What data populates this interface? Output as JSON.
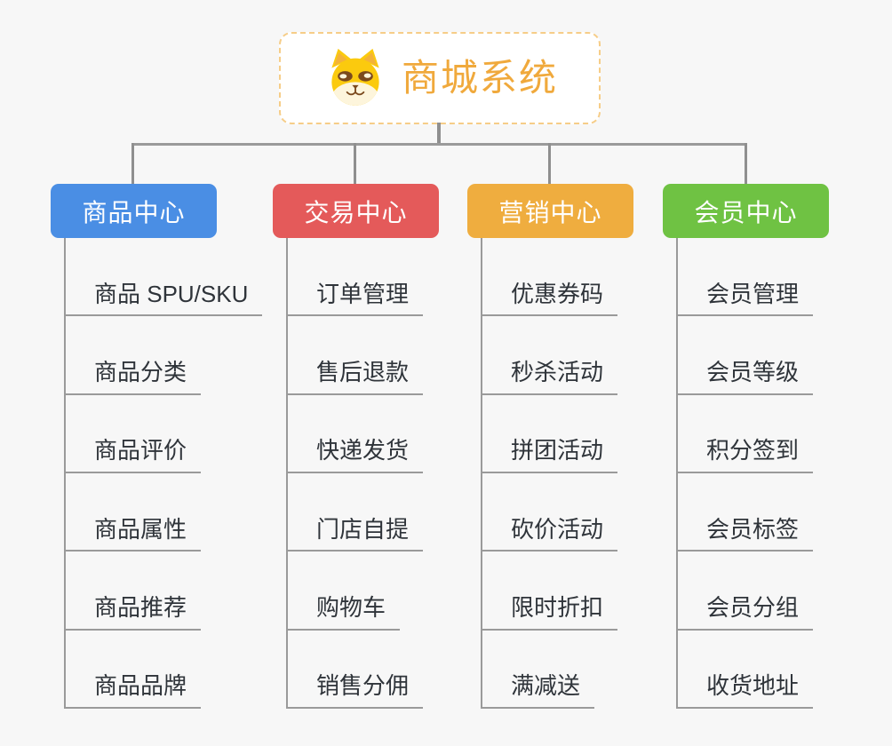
{
  "root": {
    "title": "商城系统",
    "icon": "doge-icon"
  },
  "colors": {
    "background": "#f7f7f7",
    "root_border": "#f6cd88",
    "root_text": "#f0a93c",
    "connector": "#9a9a9a",
    "child_text": "#2f343a"
  },
  "branches": [
    {
      "label": "商品中心",
      "color": "#4a8ee4",
      "children": [
        "商品 SPU/SKU",
        "商品分类",
        "商品评价",
        "商品属性",
        "商品推荐",
        "商品品牌"
      ]
    },
    {
      "label": "交易中心",
      "color": "#e45a5a",
      "children": [
        "订单管理",
        "售后退款",
        "快递发货",
        "门店自提",
        "购物车",
        "销售分佣"
      ]
    },
    {
      "label": "营销中心",
      "color": "#efad3f",
      "children": [
        "优惠券码",
        "秒杀活动",
        "拼团活动",
        "砍价活动",
        "限时折扣",
        "满减送"
      ]
    },
    {
      "label": "会员中心",
      "color": "#6fc243",
      "children": [
        "会员管理",
        "会员等级",
        "积分签到",
        "会员标签",
        "会员分组",
        "收货地址"
      ]
    }
  ]
}
